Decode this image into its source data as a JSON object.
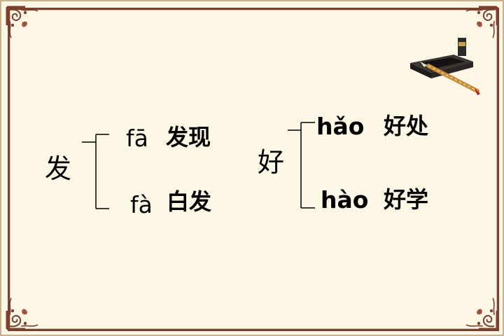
{
  "groups": [
    {
      "character": "发",
      "readings": [
        {
          "pinyin": "fā",
          "word": "发现"
        },
        {
          "pinyin": "fà",
          "word": "白发"
        }
      ]
    },
    {
      "character": "好",
      "readings": [
        {
          "pinyin": "hǎo",
          "word": "好处"
        },
        {
          "pinyin": "hào",
          "word": "好学"
        }
      ]
    }
  ],
  "colors": {
    "background": "#fdf8e6",
    "frame": "#7a3f2e",
    "text": "#000000"
  },
  "icons": [
    "corner-ornament-icon",
    "inkstone-brush-icon"
  ]
}
